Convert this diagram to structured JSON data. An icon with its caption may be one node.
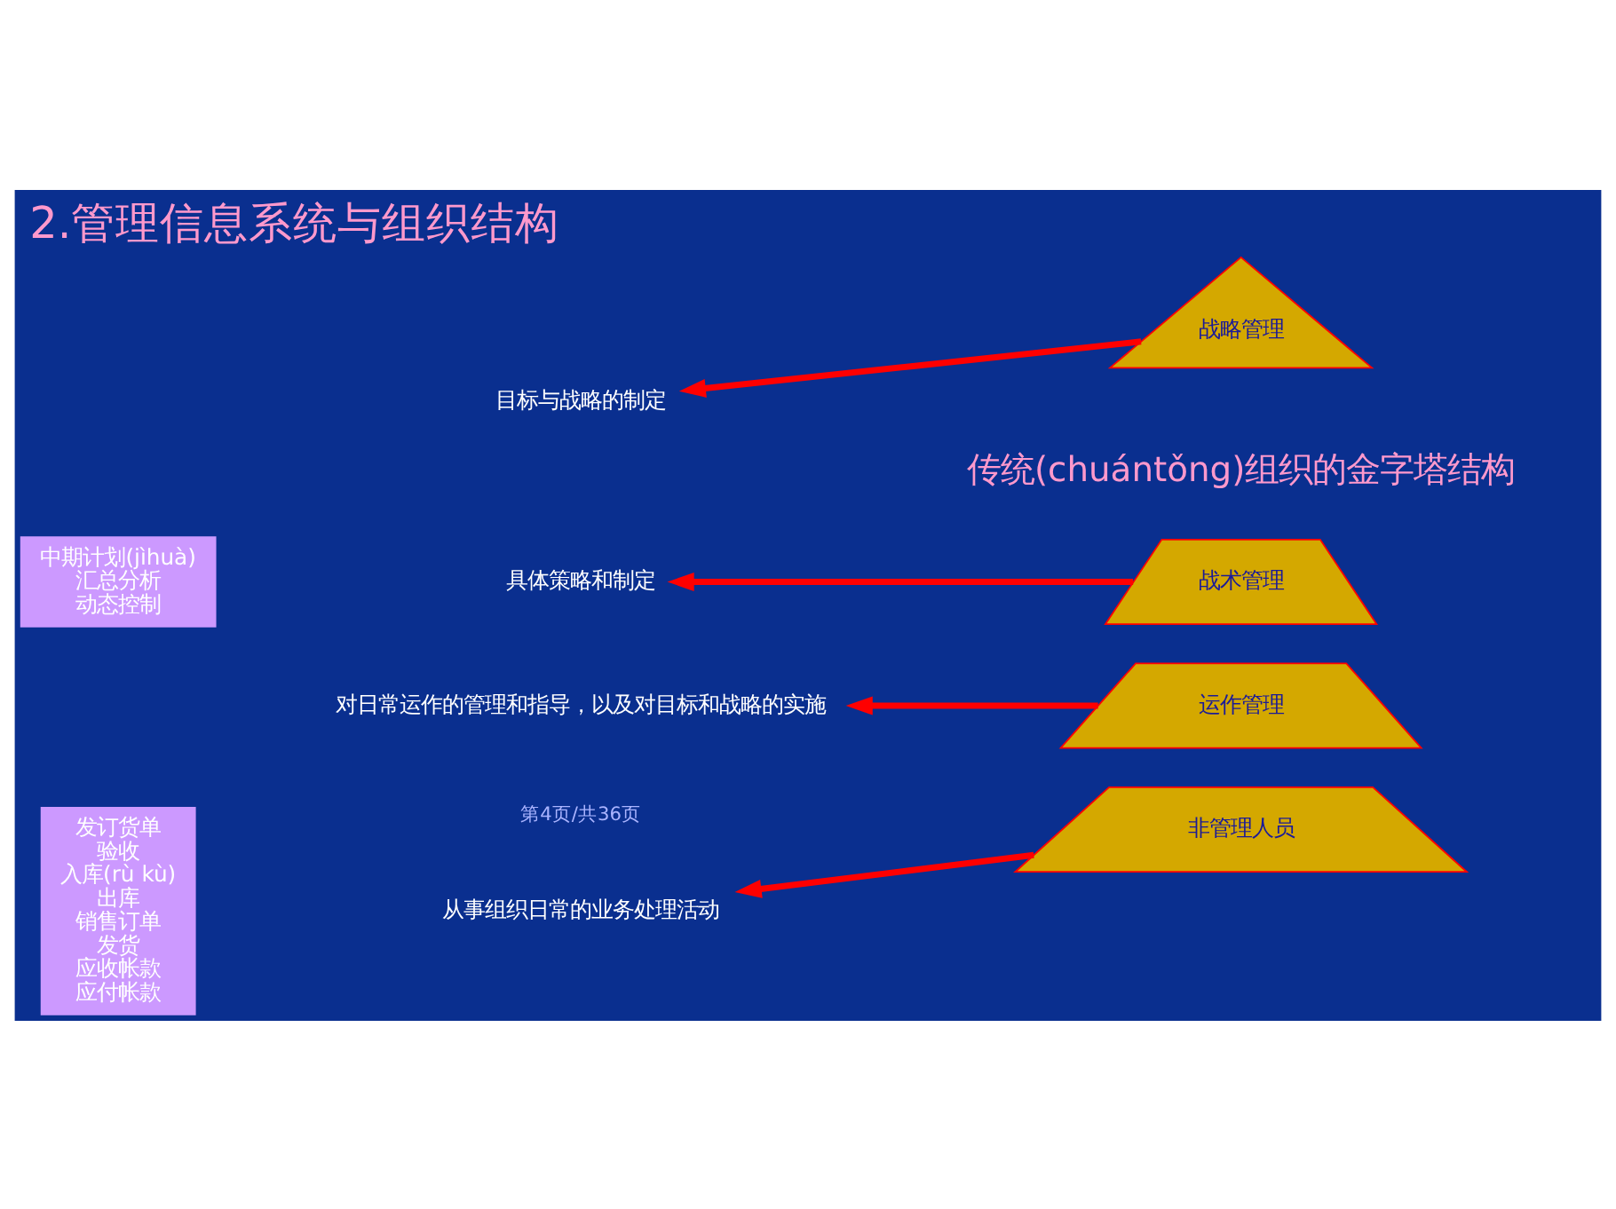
{
  "diagram": {
    "title": "2.管理信息系统与组织结构",
    "nodes": [
      {
        "text": [
          "目标与战略的制定"
        ]
      },
      {
        "text": [
          "战略管理"
        ]
      },
      {
        "text": [
          "具体策略和制定"
        ]
      },
      {
        "text": [
          "中期计划(jìhuà)",
          "汇总分析",
          "动态控制"
        ]
      },
      {
        "text": [
          "战术管理"
        ]
      },
      {
        "text": [
          "对日常运作的管理和指导，以及对目标和战略的实施"
        ]
      },
      {
        "text": [
          "运作管理"
        ]
      },
      {
        "text": [
          "从事组织日常的业务处理活动"
        ]
      },
      {
        "text": [
          "非管理人员"
        ]
      },
      {
        "text": [
          "发订货单",
          "验收",
          "入库(rù kù)",
          "出库",
          "销售订单",
          "发货",
          "应收帐款",
          "应付帐款"
        ]
      }
    ],
    "edges": [
      {
        "from": 1,
        "to": 0,
        "arrow": "to"
      },
      {
        "from": 4,
        "to": 2,
        "arrow": "to"
      },
      {
        "from": 6,
        "to": 5,
        "arrow": "to"
      },
      {
        "from": 8,
        "to": 7,
        "arrow": "to"
      }
    ],
    "labels": [
      "传统(chuántǒng)组织的金字塔结构",
      "第4页/共36页"
    ]
  }
}
